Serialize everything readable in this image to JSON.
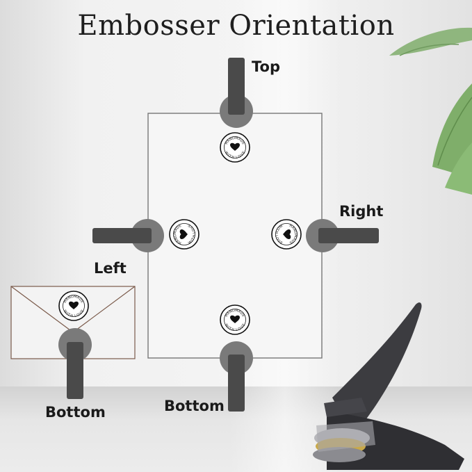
{
  "title": "Embosser Orientation",
  "labels": {
    "top": "Top",
    "right": "Right",
    "left": "Left",
    "bottom_page": "Bottom",
    "bottom_envelope": "Bottom"
  },
  "seal": {
    "upper_text": "HANDMADE",
    "lower_text": "WITH LOVE",
    "icon": "heart-icon"
  },
  "colors": {
    "handle": "#4a4a4a",
    "disc": "#7a7a7a",
    "seal_ink": "#111111",
    "paper_border": "#777777"
  }
}
